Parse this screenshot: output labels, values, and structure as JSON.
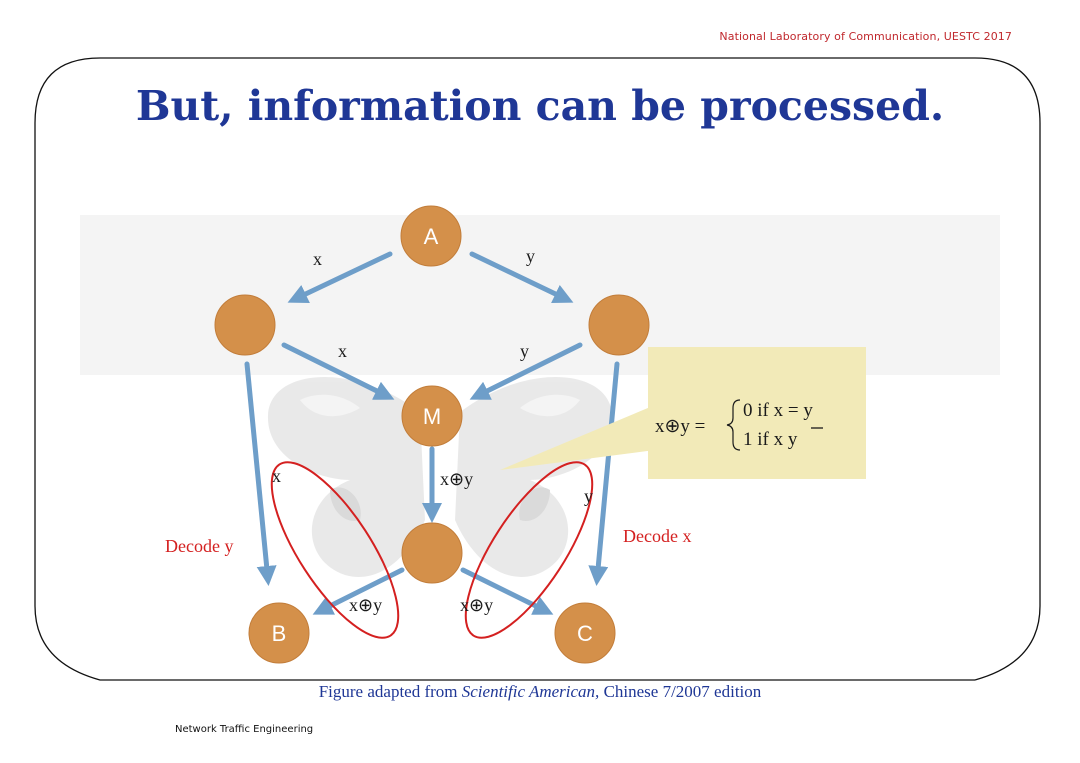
{
  "header": {
    "affiliation": "National Laboratory of Communication, UESTC  2017"
  },
  "title": "But, information can be processed.",
  "nodes": {
    "a": "A",
    "m": "M",
    "b": "B",
    "c": "C"
  },
  "edge_labels": {
    "a_left": "x",
    "a_right": "y",
    "left_m": "x",
    "right_m": "y",
    "m_out": "x⊕y",
    "left_b": "x",
    "right_c": "y",
    "bot_b": "x⊕y",
    "bot_c": "x⊕y"
  },
  "decode": {
    "left": "Decode y",
    "right": "Decode x"
  },
  "formula": {
    "lhs": "x⊕y =",
    "case0": "0 if x = y",
    "case1": "1 if x   y"
  },
  "caption": {
    "prefix": "Figure adapted from ",
    "source": "Scientific American,",
    "suffix": " Chinese 7/2007 edition"
  },
  "footer": "Network Traffic Engineering",
  "colors": {
    "node": "#d4904a",
    "arrow": "#6e9ec9",
    "title": "#1f3796",
    "highlight": "#d42020",
    "callout": "#f2eab8"
  }
}
